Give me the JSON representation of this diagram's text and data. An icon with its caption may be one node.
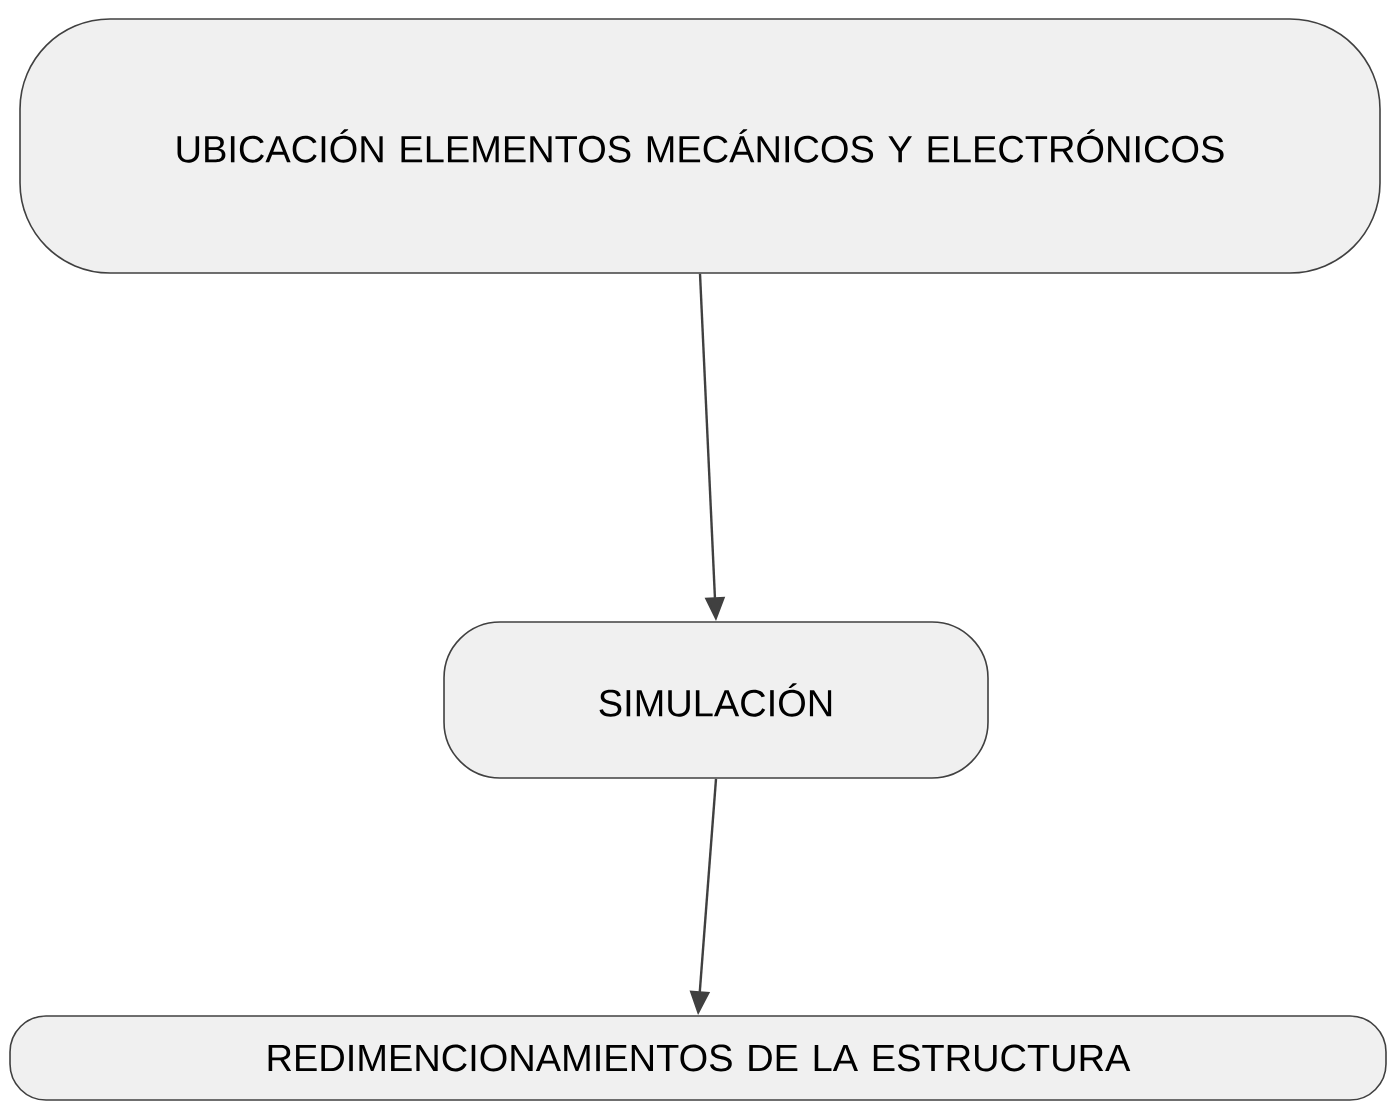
{
  "diagram": {
    "nodes": [
      {
        "text": [
          "UBICACIÓN ELEMENTOS MECÁNICOS Y ELECTRÓNICOS"
        ]
      },
      {
        "text": [
          "SIMULACIÓN"
        ]
      },
      {
        "text": [
          "REDIMENCIONAMIENTOS DE LA ESTRUCTURA"
        ]
      }
    ],
    "edges": [
      {
        "from": 0,
        "to": 1,
        "arrow": "to"
      },
      {
        "from": 1,
        "to": 2,
        "arrow": "to"
      }
    ]
  }
}
